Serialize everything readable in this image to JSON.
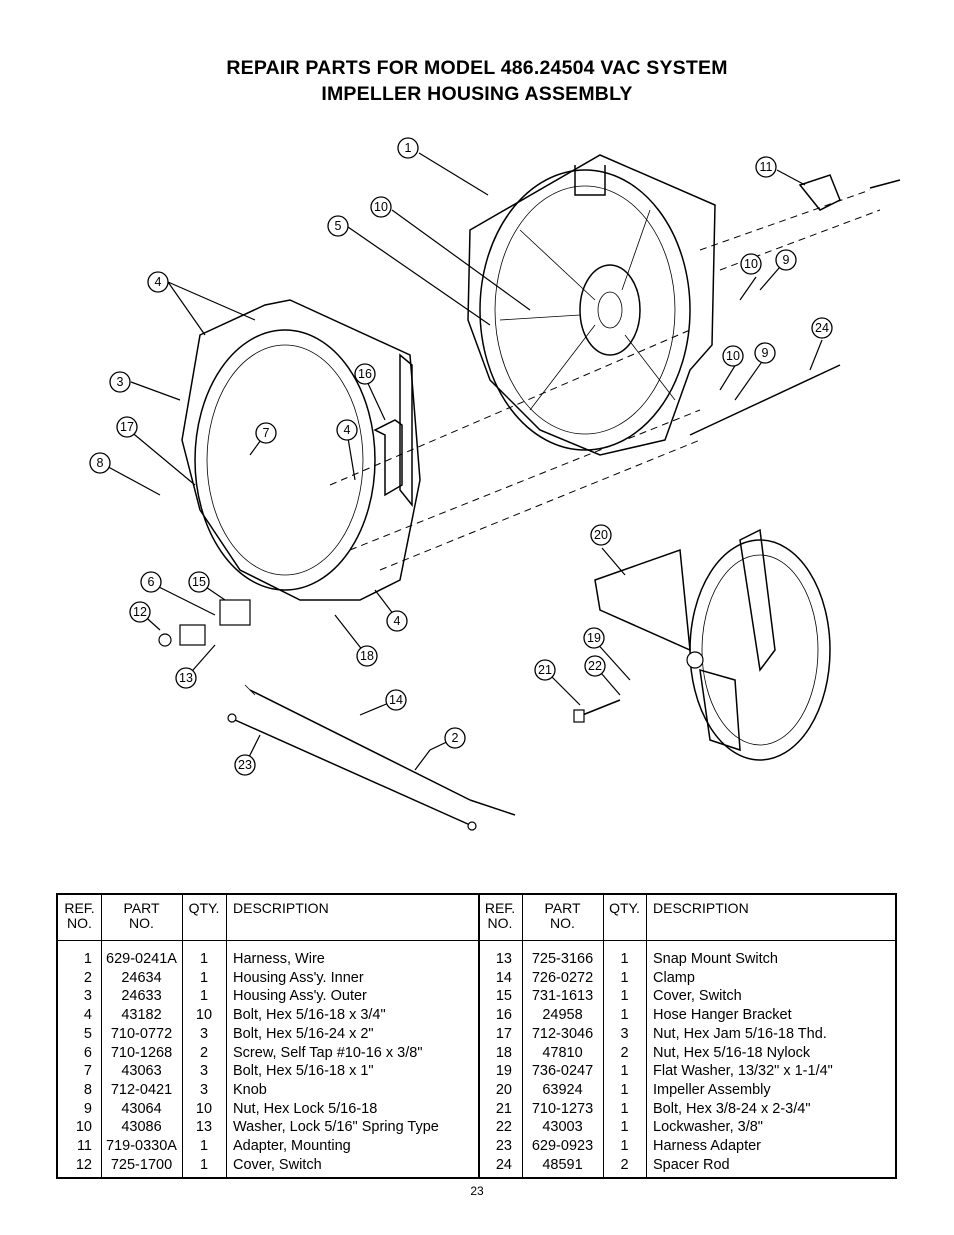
{
  "header": {
    "title_line1": "REPAIR PARTS FOR MODEL 486.24504  VAC SYSTEM",
    "title_line2": "IMPELLER HOUSING ASSEMBLY"
  },
  "callouts": [
    "1",
    "2",
    "3",
    "4",
    "4",
    "4",
    "5",
    "6",
    "7",
    "8",
    "9",
    "9",
    "10",
    "10",
    "10",
    "11",
    "12",
    "13",
    "14",
    "15",
    "16",
    "17",
    "18",
    "19",
    "20",
    "21",
    "22",
    "23",
    "24"
  ],
  "table": {
    "headers": {
      "ref": [
        "REF.",
        "NO."
      ],
      "part": [
        "PART",
        "NO."
      ],
      "qty": "QTY.",
      "desc": "DESCRIPTION"
    },
    "left": [
      {
        "ref": "1",
        "part": "629-0241A",
        "qty": "1",
        "desc": "Harness, Wire"
      },
      {
        "ref": "2",
        "part": "24634",
        "qty": "1",
        "desc": "Housing Ass'y. Inner"
      },
      {
        "ref": "3",
        "part": "24633",
        "qty": "1",
        "desc": "Housing Ass'y. Outer"
      },
      {
        "ref": "4",
        "part": "43182",
        "qty": "10",
        "desc": "Bolt, Hex 5/16-18 x 3/4\""
      },
      {
        "ref": "5",
        "part": "710-0772",
        "qty": "3",
        "desc": "Bolt, Hex 5/16-24 x 2\""
      },
      {
        "ref": "6",
        "part": "710-1268",
        "qty": "2",
        "desc": "Screw, Self Tap #10-16 x 3/8\""
      },
      {
        "ref": "7",
        "part": "43063",
        "qty": "3",
        "desc": "Bolt, Hex 5/16-18 x 1\""
      },
      {
        "ref": "8",
        "part": "712-0421",
        "qty": "3",
        "desc": "Knob"
      },
      {
        "ref": "9",
        "part": "43064",
        "qty": "10",
        "desc": "Nut, Hex Lock  5/16-18"
      },
      {
        "ref": "10",
        "part": "43086",
        "qty": "13",
        "desc": "Washer, Lock 5/16\" Spring Type"
      },
      {
        "ref": "11",
        "part": "719-0330A",
        "qty": "1",
        "desc": "Adapter, Mounting"
      },
      {
        "ref": "12",
        "part": "725-1700",
        "qty": "1",
        "desc": "Cover, Switch"
      }
    ],
    "right": [
      {
        "ref": "13",
        "part": "725-3166",
        "qty": "1",
        "desc": "Snap Mount Switch"
      },
      {
        "ref": "14",
        "part": "726-0272",
        "qty": "1",
        "desc": "Clamp"
      },
      {
        "ref": "15",
        "part": "731-1613",
        "qty": "1",
        "desc": "Cover, Switch"
      },
      {
        "ref": "16",
        "part": "24958",
        "qty": "1",
        "desc": "Hose Hanger Bracket"
      },
      {
        "ref": "17",
        "part": "712-3046",
        "qty": "3",
        "desc": "Nut, Hex Jam 5/16-18 Thd."
      },
      {
        "ref": "18",
        "part": "47810",
        "qty": "2",
        "desc": "Nut, Hex 5/16-18 Nylock"
      },
      {
        "ref": "19",
        "part": "736-0247",
        "qty": "1",
        "desc": "Flat Washer, 13/32\" x 1-1/4\""
      },
      {
        "ref": "20",
        "part": "63924",
        "qty": "1",
        "desc": "Impeller Assembly"
      },
      {
        "ref": "21",
        "part": "710-1273",
        "qty": "1",
        "desc": "Bolt, Hex 3/8-24 x 2-3/4\""
      },
      {
        "ref": "22",
        "part": "43003",
        "qty": "1",
        "desc": "Lockwasher, 3/8\""
      },
      {
        "ref": "23",
        "part": "629-0923",
        "qty": "1",
        "desc": "Harness Adapter"
      },
      {
        "ref": "24",
        "part": "48591",
        "qty": "2",
        "desc": "Spacer Rod"
      }
    ]
  },
  "footer": {
    "page_number": "23"
  }
}
